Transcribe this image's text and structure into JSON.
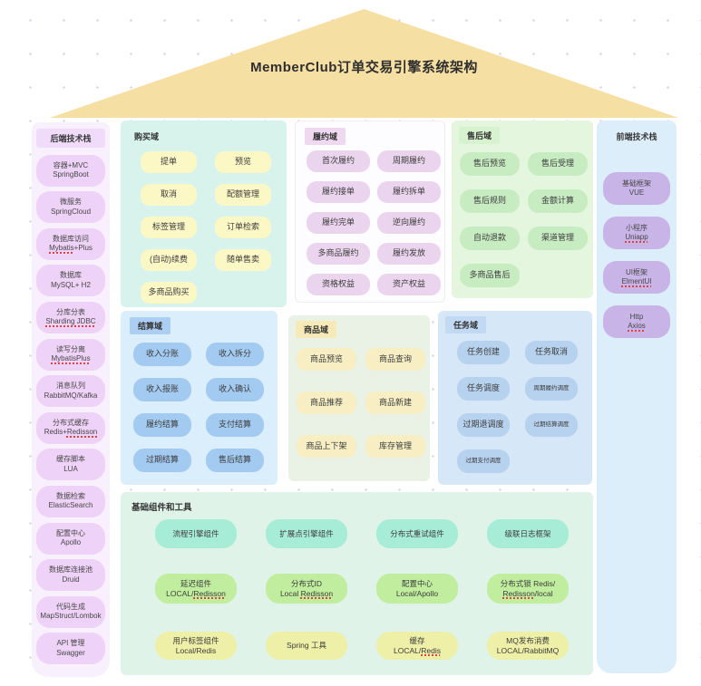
{
  "title": "MemberClub订单交易引擎系统架构",
  "backend": {
    "label": "后端技术栈",
    "items": [
      {
        "name": "容器+MVC",
        "tech": "SpringBoot"
      },
      {
        "name": "微服务",
        "tech": "SpringCloud"
      },
      {
        "name": "数据库访问",
        "tech": "Mybatis+Plus",
        "mark": "Mybatis"
      },
      {
        "name": "数据库",
        "tech": "MySQL+ H2"
      },
      {
        "name": "分库分表",
        "tech": "Sharding JDBC",
        "mark": "Sharding JDBC"
      },
      {
        "name": "读写分离",
        "tech": "MybatisPlus",
        "mark": "MybatisPlus"
      },
      {
        "name": "消息队列",
        "tech": "RabbitMQ/Kafka"
      },
      {
        "name": "分布式缓存",
        "tech": "Redis+Redisson",
        "mark": "Redisson"
      },
      {
        "name": "缓存脚本",
        "tech": "LUA"
      },
      {
        "name": "数据检索",
        "tech": "ElasticSearch"
      },
      {
        "name": "配置中心",
        "tech": "Apollo"
      },
      {
        "name": "数据库连接池",
        "tech": "Druid"
      },
      {
        "name": "代码生成",
        "tech": "MapStruct/Lombok"
      },
      {
        "name": "API 管理",
        "tech": "Swagger"
      }
    ]
  },
  "frontend": {
    "label": "前端技术栈",
    "items": [
      {
        "name": "基础框架",
        "tech": "VUE"
      },
      {
        "name": "小程序",
        "tech": "Uniapp",
        "mark": "Uniapp"
      },
      {
        "name": "UI框架",
        "tech": "ElmentUI",
        "mark": "ElmentUI"
      },
      {
        "name": "Http",
        "tech": "Axios",
        "mark": "Axios"
      }
    ]
  },
  "purchase": {
    "label": "购买域",
    "items": [
      "提单",
      "预览",
      "取消",
      "配额管理",
      "标签管理",
      "订单检索",
      "(自动)续费",
      "随单售卖",
      "多商品购买"
    ]
  },
  "fulfillment": {
    "label": "履约域",
    "items": [
      "首次履约",
      "周期履约",
      "履约接单",
      "履约拆单",
      "履约完单",
      "逆向履约",
      "多商品履约",
      "履约发放",
      "资格权益",
      "资产权益"
    ]
  },
  "aftersale": {
    "label": "售后域",
    "items": [
      "售后预览",
      "售后受理",
      "售后规则",
      "金额计算",
      "自动退款",
      "渠道管理",
      "多商品售后"
    ]
  },
  "settlement": {
    "label": "结算域",
    "items": [
      "收入分账",
      "收入拆分",
      "收入报账",
      "收入确认",
      "履约结算",
      "支付结算",
      "过期结算",
      "售后结算"
    ]
  },
  "product": {
    "label": "商品域",
    "items": [
      "商品预览",
      "商品查询",
      "商品推荐",
      "商品新建",
      "商品上下架",
      "库存管理"
    ]
  },
  "task": {
    "label": "任务域",
    "items": [
      "任务创建",
      "任务取消",
      "任务调度",
      {
        "name": "周期履约调度",
        "small": true
      },
      "过期退调度",
      {
        "name": "过期结算调度",
        "small": true
      },
      {
        "name": "过期支付调度",
        "small": true
      }
    ]
  },
  "tools": {
    "label": "基础组件和工具",
    "row1": [
      "流程引擎组件",
      "扩展点引擎组件",
      "分布式重试组件",
      "级联日志框架"
    ],
    "row2": [
      {
        "name": "延迟组件",
        "tech": "LOCAL/Redisson",
        "mark": "Redisson"
      },
      {
        "name": "分布式ID",
        "tech": "Local Redisson",
        "mark": "Redisson"
      },
      {
        "name": "配置中心",
        "tech": "Local/Apollo"
      },
      {
        "name": "分布式锁 Redis/",
        "tech": "Redisson/local",
        "mark": "Redisson"
      }
    ],
    "row3": [
      {
        "name": "用户标签组件",
        "tech": "Local/Redis"
      },
      {
        "name": "Spring 工具"
      },
      {
        "name": "缓存",
        "tech": "LOCAL/Redis",
        "mark": "Redis"
      },
      {
        "name": "MQ发布消费",
        "tech": "LOCAL/RabbitMQ"
      }
    ]
  }
}
